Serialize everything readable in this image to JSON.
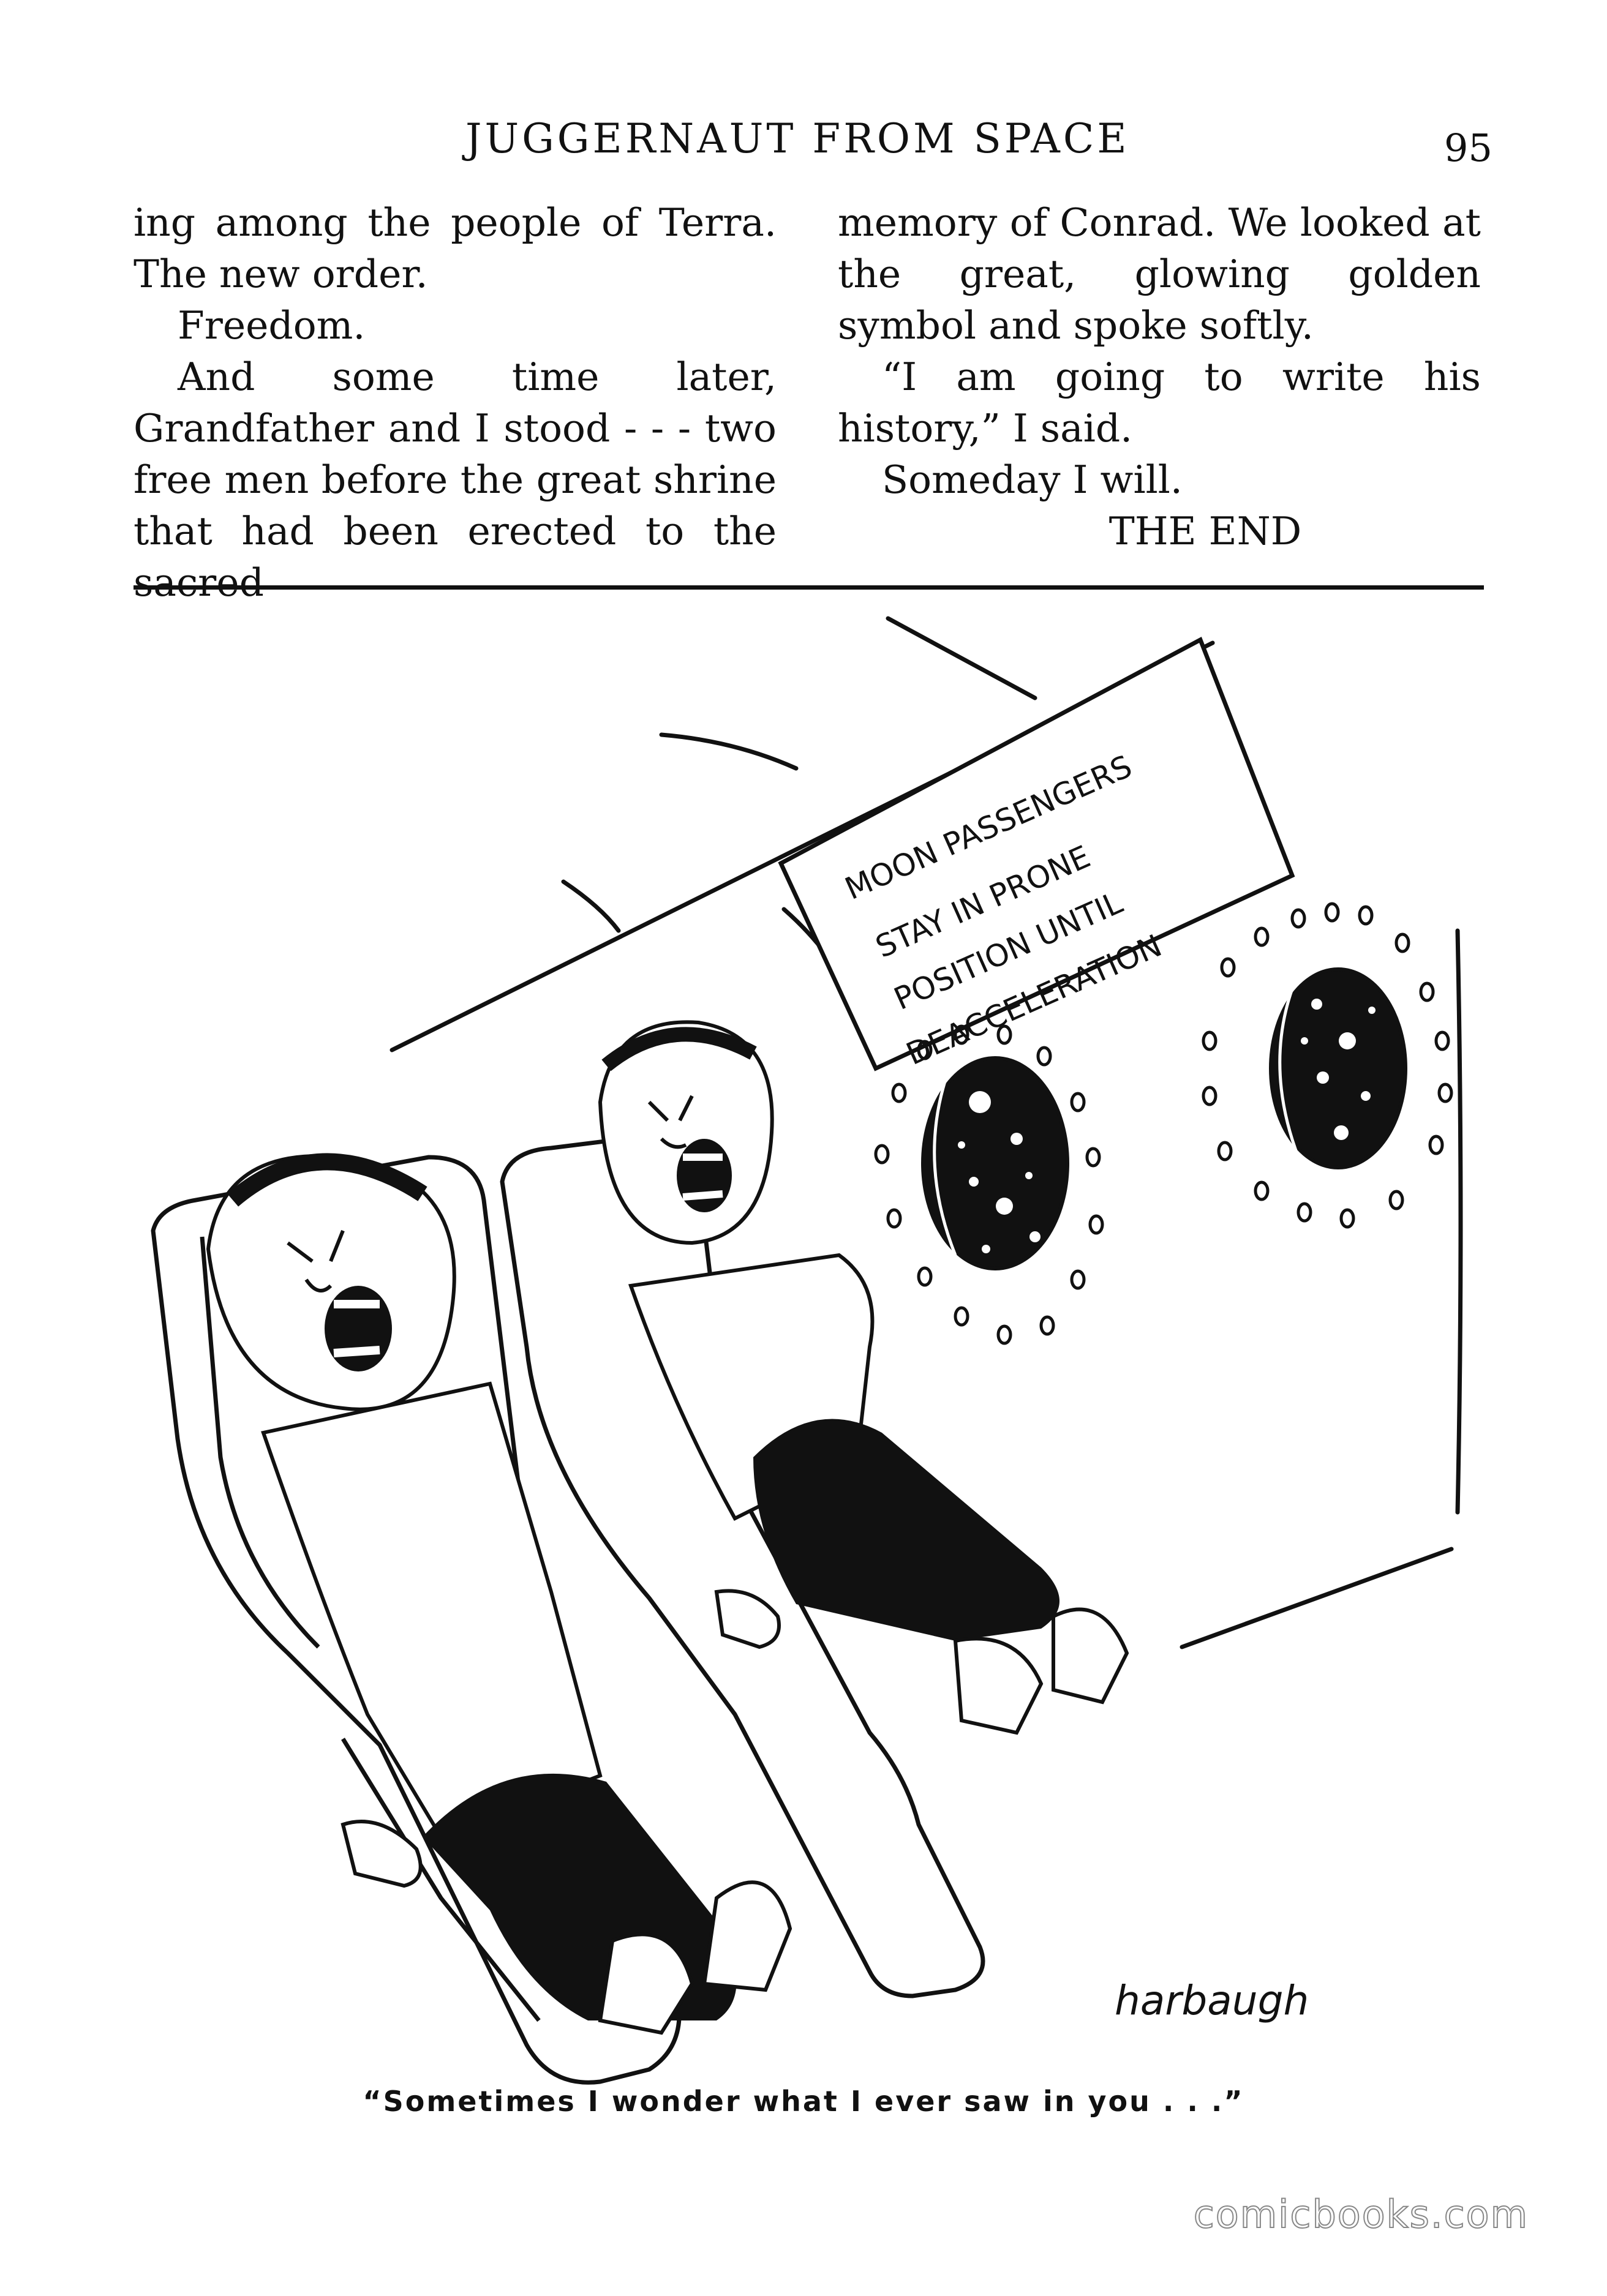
{
  "page": {
    "running_head": "JUGGERNAUT FROM SPACE",
    "page_number": "95"
  },
  "text": {
    "left_column": [
      "ing among the people of Terra. The new order.",
      "Freedom.",
      "And some time later, Grandfather and I stood - - - two free men before the great shrine that had been erected to the sacred"
    ],
    "right_column": [
      "memory of Conrad. We looked at the great, glowing golden symbol and spoke softly.",
      "“I am going to write his history,” I said.",
      "Someday I will."
    ],
    "the_end": "THE END"
  },
  "cartoon": {
    "sign_lines": [
      "MOON PASSENGERS",
      "STAY IN PRONE",
      "POSITION UNTIL",
      "DEACCELERATION"
    ],
    "signature": "harbaugh",
    "caption": "“Sometimes I wonder what I ever saw in you . . .”"
  },
  "watermark": "comicbooks.com"
}
